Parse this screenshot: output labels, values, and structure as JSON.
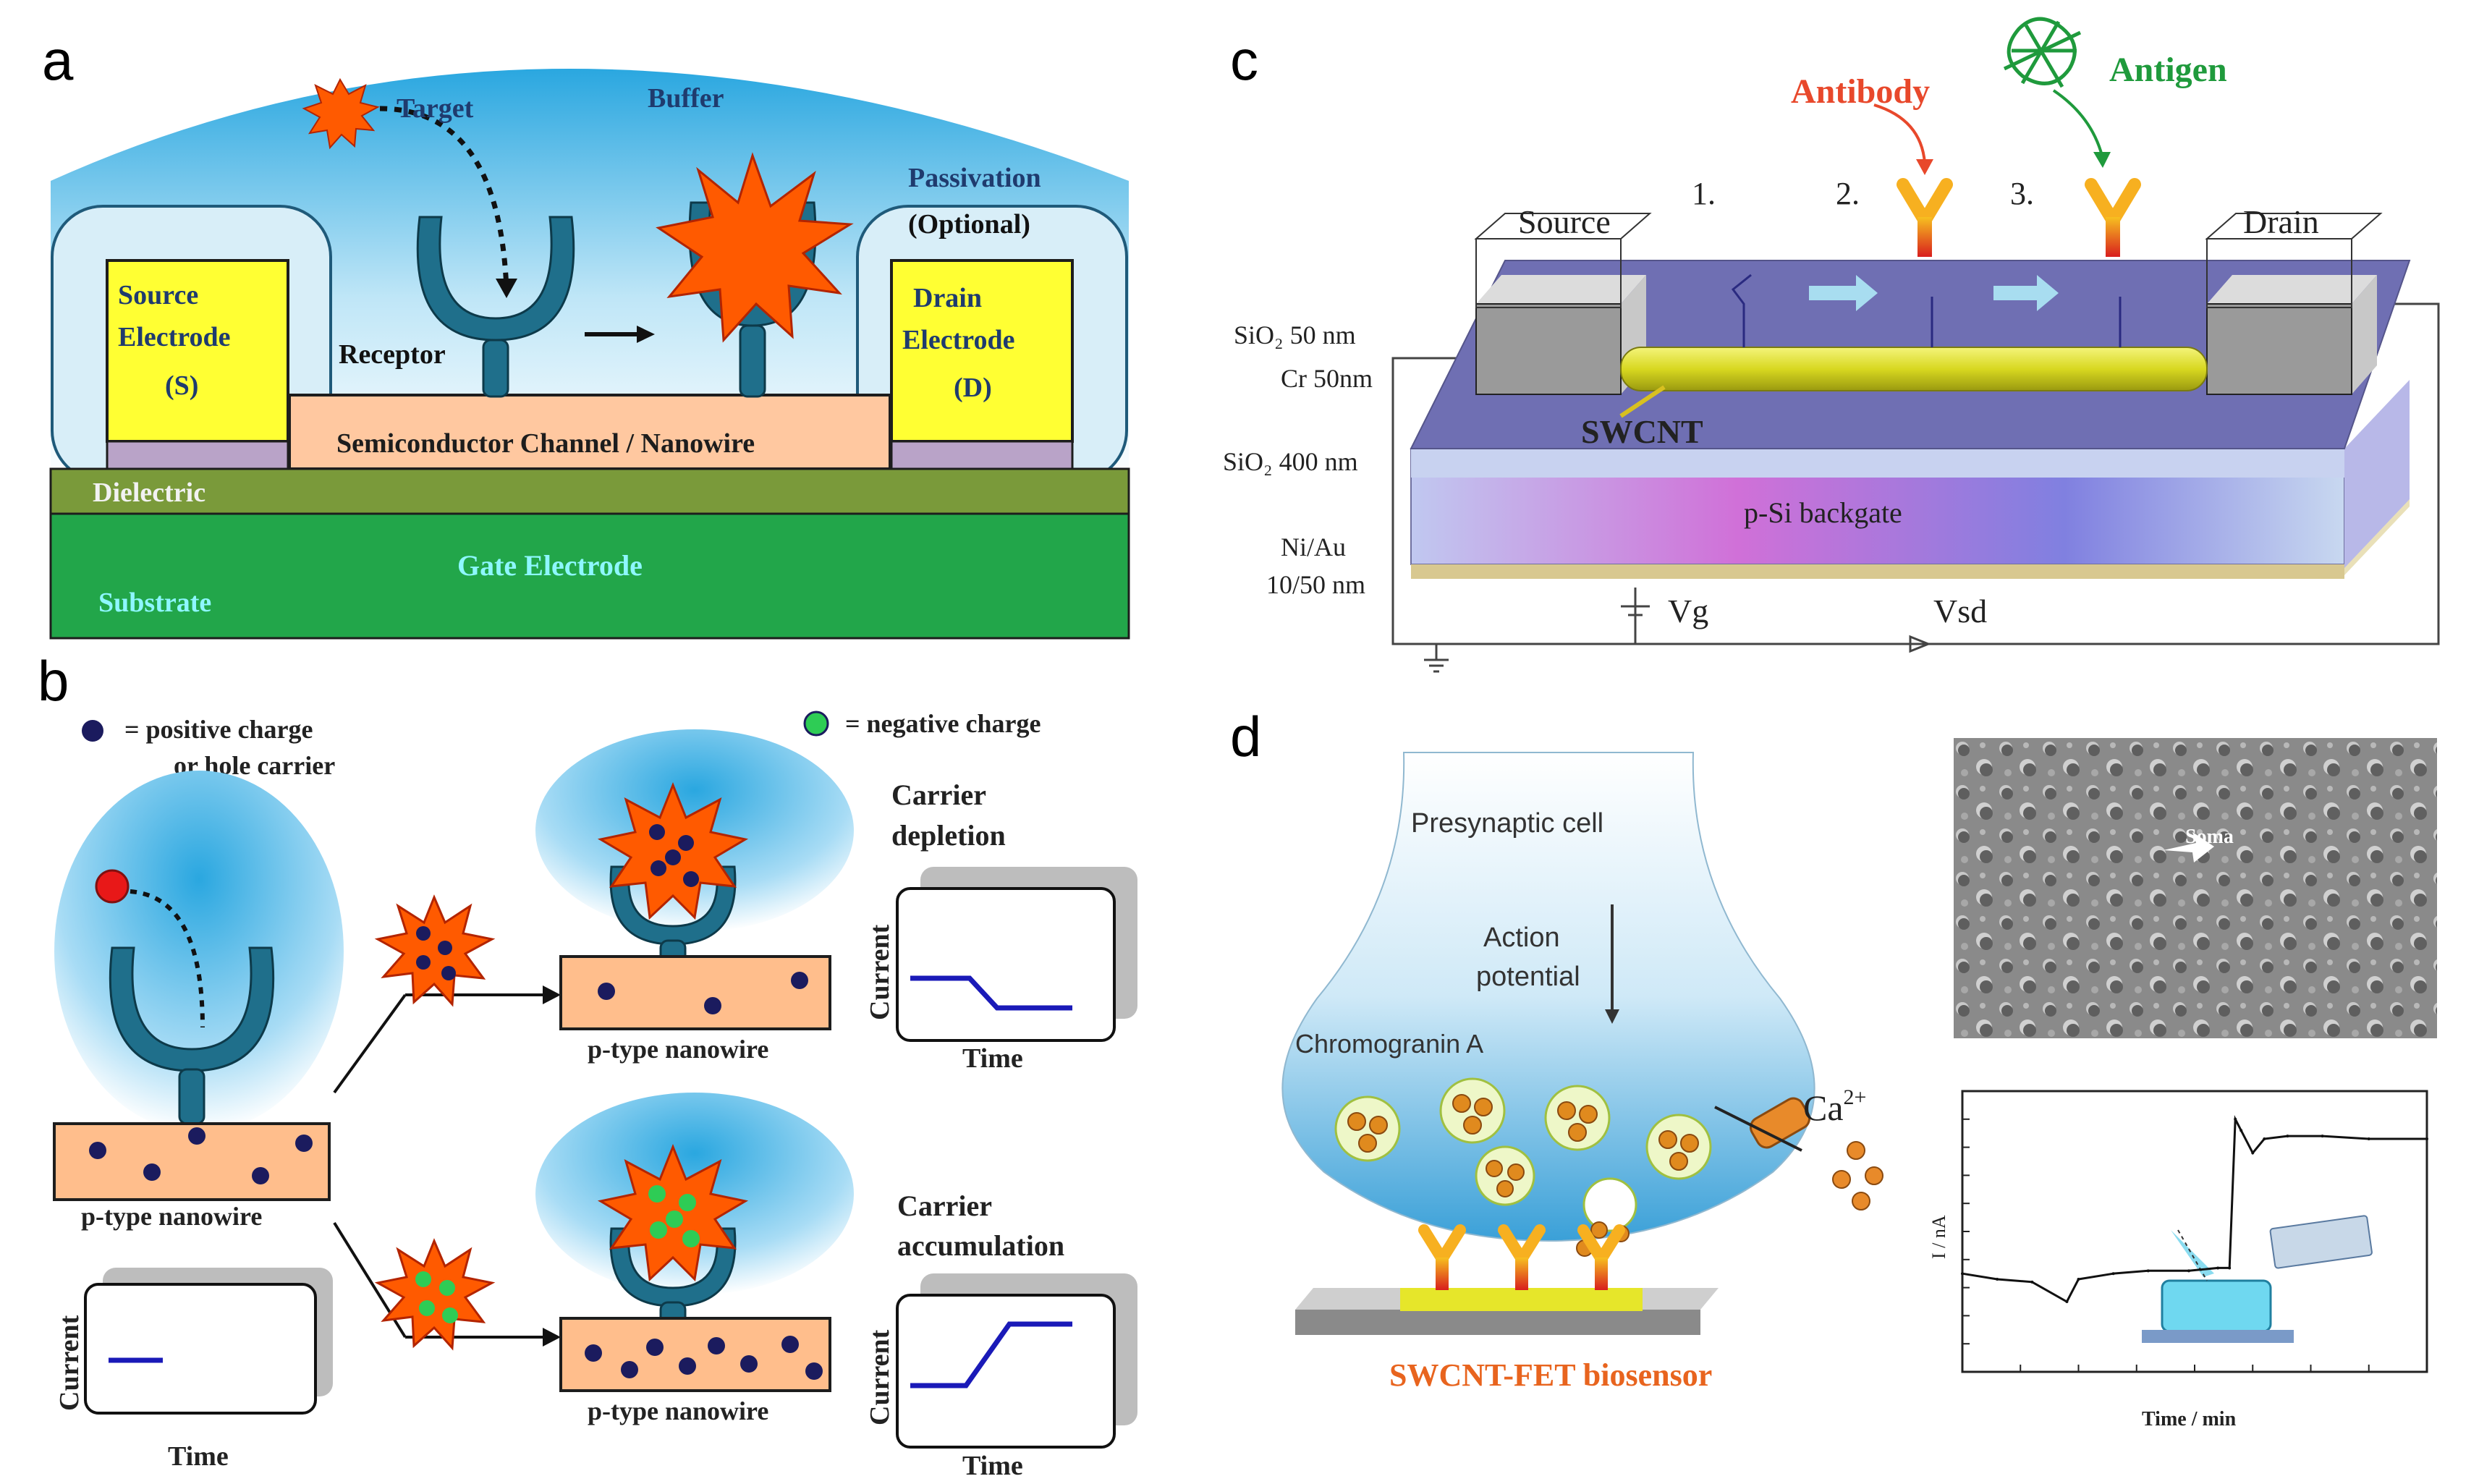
{
  "panel_a": {
    "letter": "a",
    "target": "Target",
    "buffer": "Buffer",
    "passivation": "Passivation",
    "optional": "(Optional)",
    "source_l1": "Source",
    "source_l2": "Electrode",
    "source_l3": "(S)",
    "drain_l1": "Drain",
    "drain_l2": "Electrode",
    "drain_l3": "(D)",
    "receptor": "Receptor",
    "channel": "Semiconductor Channel / Nanowire",
    "dielectric": "Dielectric",
    "gate": "Gate Electrode",
    "substrate": "Substrate"
  },
  "panel_b": {
    "letter": "b",
    "pos_l1": "= positive charge",
    "pos_l2": "or hole carrier",
    "neg": "= negative charge",
    "nanowire": "p-type nanowire",
    "depl_l1": "Carrier",
    "depl_l2": "depletion",
    "accu_l1": "Carrier",
    "accu_l2": "accumulation",
    "current": "Current",
    "time": "Time"
  },
  "panel_c": {
    "letter": "c",
    "antibody": "Antibody",
    "antigen": "Antigen",
    "step1": "1.",
    "step2": "2.",
    "step3": "3.",
    "source": "Source",
    "drain": "Drain",
    "sio2_top": "SiO₂ 50 nm",
    "cr": "Cr 50nm",
    "swcnt": "SWCNT",
    "sio2_400": "SiO₂ 400 nm",
    "backgate": "p-Si backgate",
    "niau_l1": "Ni/Au",
    "niau_l2": "10/50 nm",
    "vg": "Vg",
    "vsd": "Vsd"
  },
  "panel_d": {
    "letter": "d",
    "presyn": "Presynaptic cell",
    "ap_l1": "Action",
    "ap_l2": "potential",
    "chromo": "Chromogranin A",
    "ca": "Ca",
    "ca_sup": "2+",
    "biosensor": "SWCNT-FET biosensor",
    "soma": "Soma",
    "ylabel": "I / nA",
    "xlabel": "Time / min"
  },
  "chart_data": {
    "type": "line",
    "title": "",
    "xlabel": "Time / min",
    "ylabel": "I / nA",
    "xlim": [
      0,
      8
    ],
    "series": [
      {
        "x": [
          0,
          0.6,
          1.2,
          1.8,
          2.0,
          2.6,
          3.2,
          3.9,
          4.4,
          4.6,
          4.7,
          4.8,
          5.0,
          5.2,
          5.6,
          6.2,
          7.0,
          8.0
        ],
        "y": [
          0.35,
          0.33,
          0.32,
          0.25,
          0.33,
          0.35,
          0.36,
          0.36,
          0.37,
          0.37,
          0.9,
          0.86,
          0.78,
          0.83,
          0.84,
          0.84,
          0.83,
          0.83
        ]
      }
    ]
  },
  "colors": {
    "buffer_sky": "#2aa7e0",
    "electrode": "#ffff33",
    "channel": "#ffc8a0",
    "gate": "#22a64a",
    "receptor": "#1f6f8b",
    "target": "#ff5a00",
    "nanowire": "#ffbe8c",
    "carrier": "#1b1b5e",
    "negative": "#2ecc55",
    "device_top": "#6f6fb3",
    "antibody": "#e8482b",
    "antigen": "#1f9a3c",
    "sensor_text": "#e8641e"
  }
}
